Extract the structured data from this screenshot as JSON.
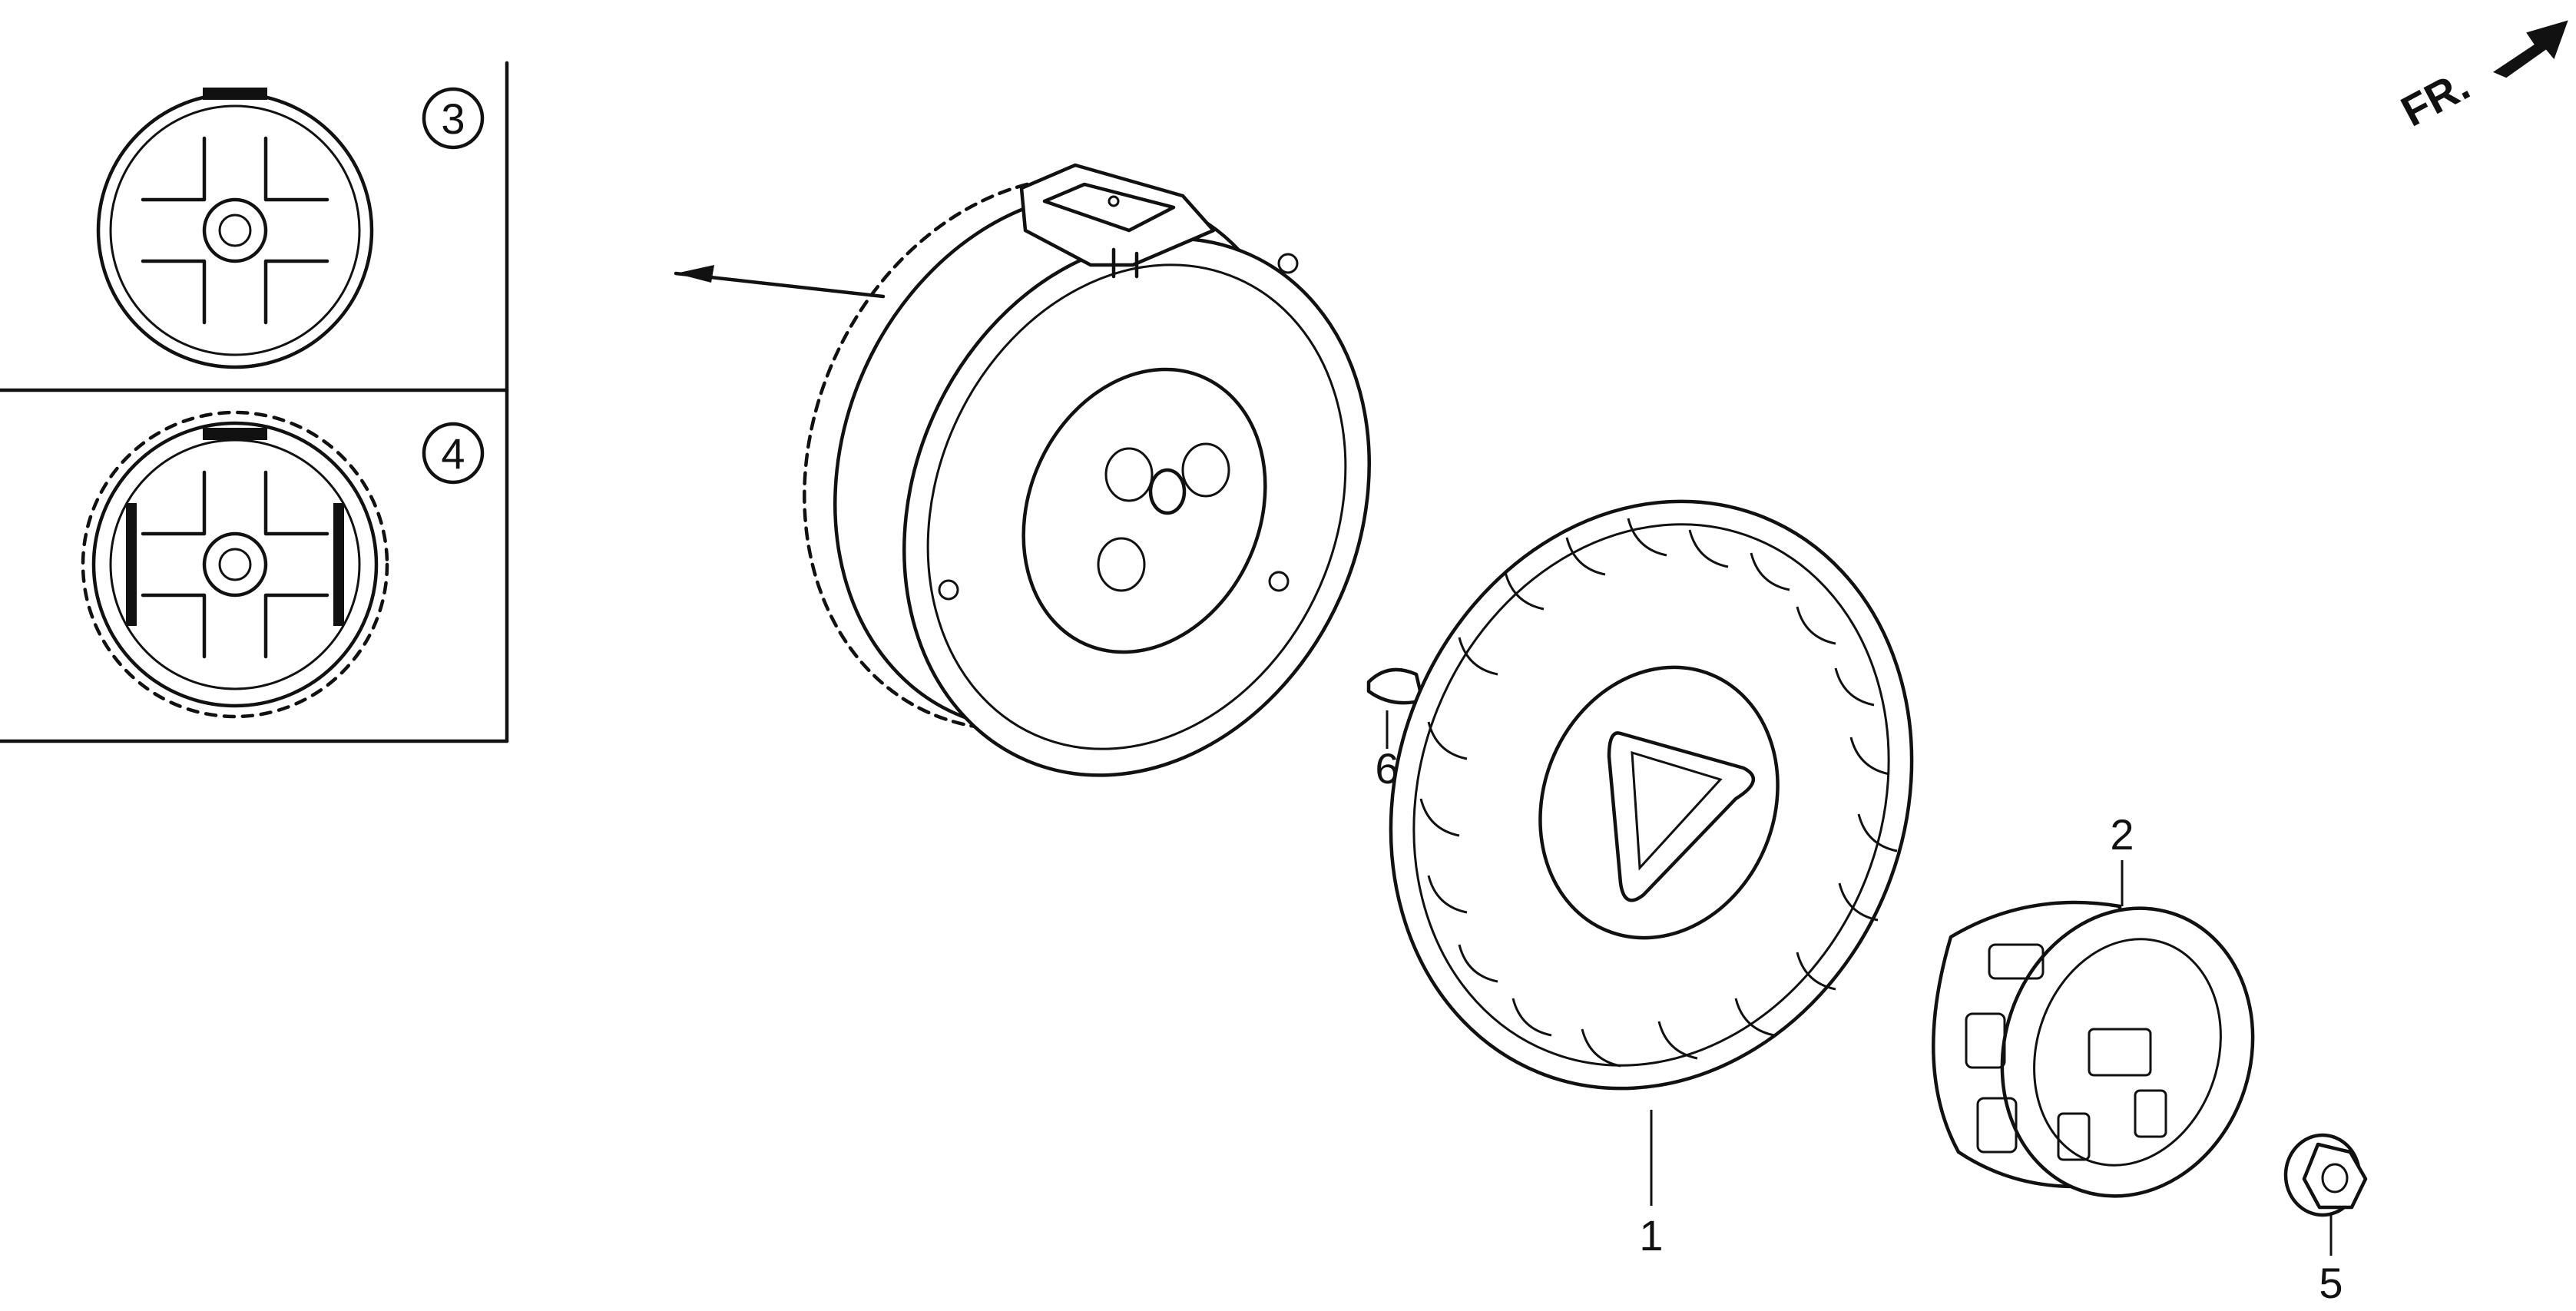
{
  "diagram": {
    "callouts": {
      "inset_flywheel_plain": "3",
      "inset_flywheel_ring_gear": "4",
      "fan": "1",
      "starter_pulley": "2",
      "nut": "5",
      "key": "6"
    },
    "direction_label": "FR."
  }
}
